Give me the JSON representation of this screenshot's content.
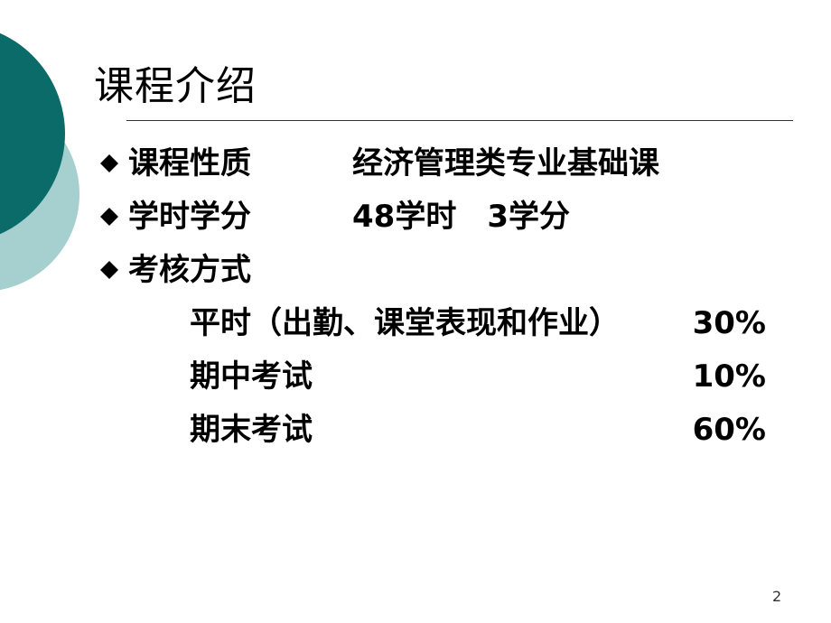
{
  "slide": {
    "title": "课程介绍",
    "page_number": "2"
  },
  "items": [
    {
      "label": "课程性质",
      "value": "经济管理类专业基础课"
    },
    {
      "label": "学时学分",
      "value": "48学时　3学分"
    },
    {
      "label": "考核方式",
      "value": ""
    }
  ],
  "assessment": [
    {
      "name": "平时（出勤、课堂表现和作业）",
      "weight": "30%"
    },
    {
      "name": "期中考试",
      "weight": "10%"
    },
    {
      "name": "期末考试",
      "weight": "60%"
    }
  ],
  "colors": {
    "dark_teal": "#0b6b68",
    "light_teal": "#a6d0cf",
    "bullet": "#000000"
  }
}
